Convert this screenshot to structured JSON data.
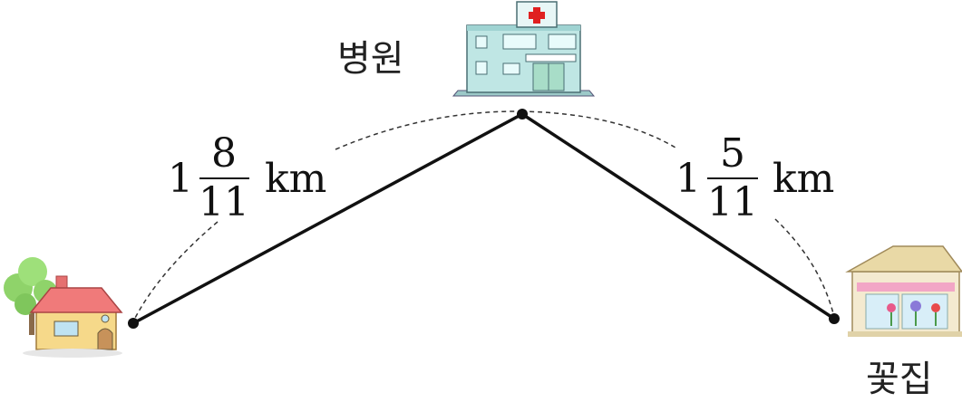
{
  "places": {
    "hospital": {
      "name": "병원",
      "icon": "hospital-building-icon"
    },
    "house": {
      "name": "",
      "icon": "house-icon"
    },
    "flower_shop": {
      "name": "꽃집",
      "icon": "flower-shop-icon"
    }
  },
  "distances": {
    "house_to_hospital": {
      "whole": "1",
      "numerator": "8",
      "denominator": "11",
      "unit": "km"
    },
    "hospital_to_flower_shop": {
      "whole": "1",
      "numerator": "5",
      "denominator": "11",
      "unit": "km"
    }
  },
  "colors": {
    "path": "#111111",
    "hospital_wall": "#bfe6e4",
    "hospital_cross": "#e02020",
    "house_wall": "#f6d98a",
    "house_roof": "#f07a7a",
    "tree": "#8fd36a",
    "shop_roof": "#e9d9a6",
    "shop_awning": "#f2a6c6"
  }
}
